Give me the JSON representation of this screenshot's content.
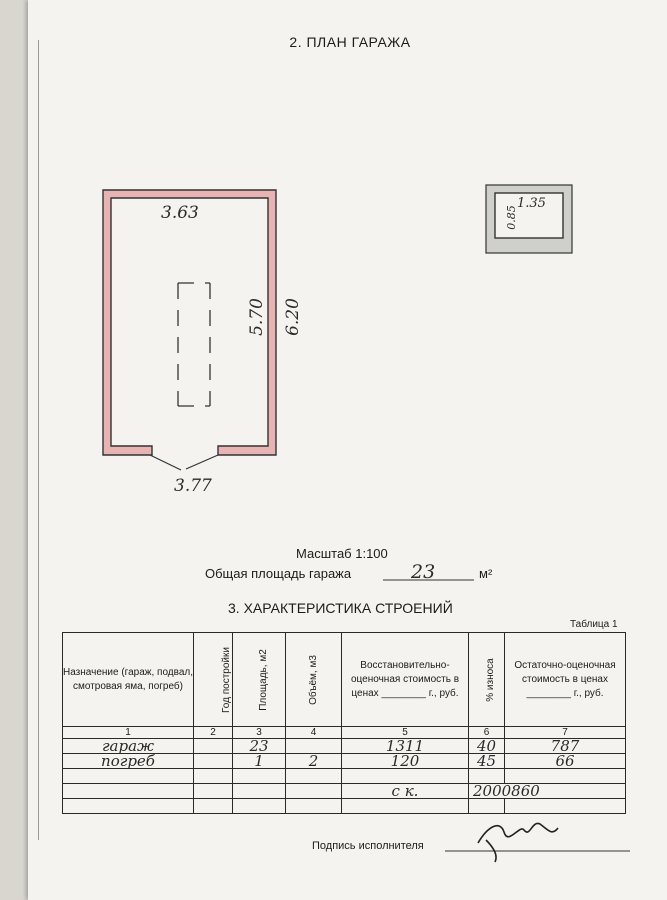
{
  "plan_title": "2. ПЛАН ГАРАЖА",
  "dims": {
    "width_top": "3.63",
    "width_bottom": "3.77",
    "length_inner": "5.70",
    "length_outer": "6.20",
    "cellar_a": "0.85",
    "cellar_b": "1.35"
  },
  "scale": "Масштаб 1:100",
  "area_label": "Общая площадь гаража",
  "area_value": "23",
  "area_unit": "м²",
  "section_title": "3. ХАРАКТЕРИСТИКА СТРОЕНИЙ",
  "table_label": "Таблица 1",
  "table": {
    "headers": [
      "Назначение (гараж, подвал, смотровая яма, погреб)",
      "Год постройки",
      "Площадь, м2",
      "Объём, м3",
      "Восстановительно-оценочная стоимость в ценах ________ г., руб.",
      "% износа",
      "Остаточно-оценочная стоимость в ценах ________ г., руб."
    ],
    "numbers": [
      "1",
      "2",
      "3",
      "4",
      "5",
      "6",
      "7"
    ],
    "rows": [
      [
        "гараж",
        "",
        "23",
        "",
        "1311",
        "40",
        "787"
      ],
      [
        "погреб",
        "",
        "1",
        "2",
        "120",
        "45",
        "66"
      ],
      [
        "",
        "",
        "",
        "",
        "",
        "",
        ""
      ],
      [
        "",
        "",
        "",
        "",
        "",
        "",
        ""
      ]
    ],
    "total_label": "с к.",
    "total_value": "2000860"
  },
  "signature_label": "Подпись исполнителя"
}
